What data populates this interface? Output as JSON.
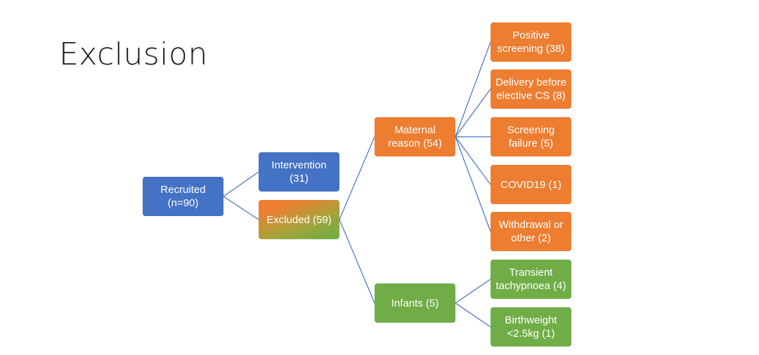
{
  "slide": {
    "title": "Exclusion"
  },
  "colors": {
    "blue": "#4472c4",
    "orange": "#ed7d31",
    "green": "#70ad47",
    "connector": "#4472c4"
  },
  "nodes": {
    "recruited": "Recruited\n(n=90)",
    "intervention": "Intervention\n(31)",
    "excluded": "Excluded (59)",
    "maternal": "Maternal\nreason (54)",
    "infants": "Infants (5)",
    "positive_screening": "Positive\nscreening (38)",
    "delivery_before_cs": "Delivery before\nelective CS (8)",
    "screening_failure": "Screening\nfailure (5)",
    "covid19": "COVID19 (1)",
    "withdrawal": "Withdrawal or\nother (2)",
    "transient_tachypnoea": "Transient\ntachypnoea (4)",
    "birthweight": "Birthweight\n<2.5kg (1)"
  }
}
